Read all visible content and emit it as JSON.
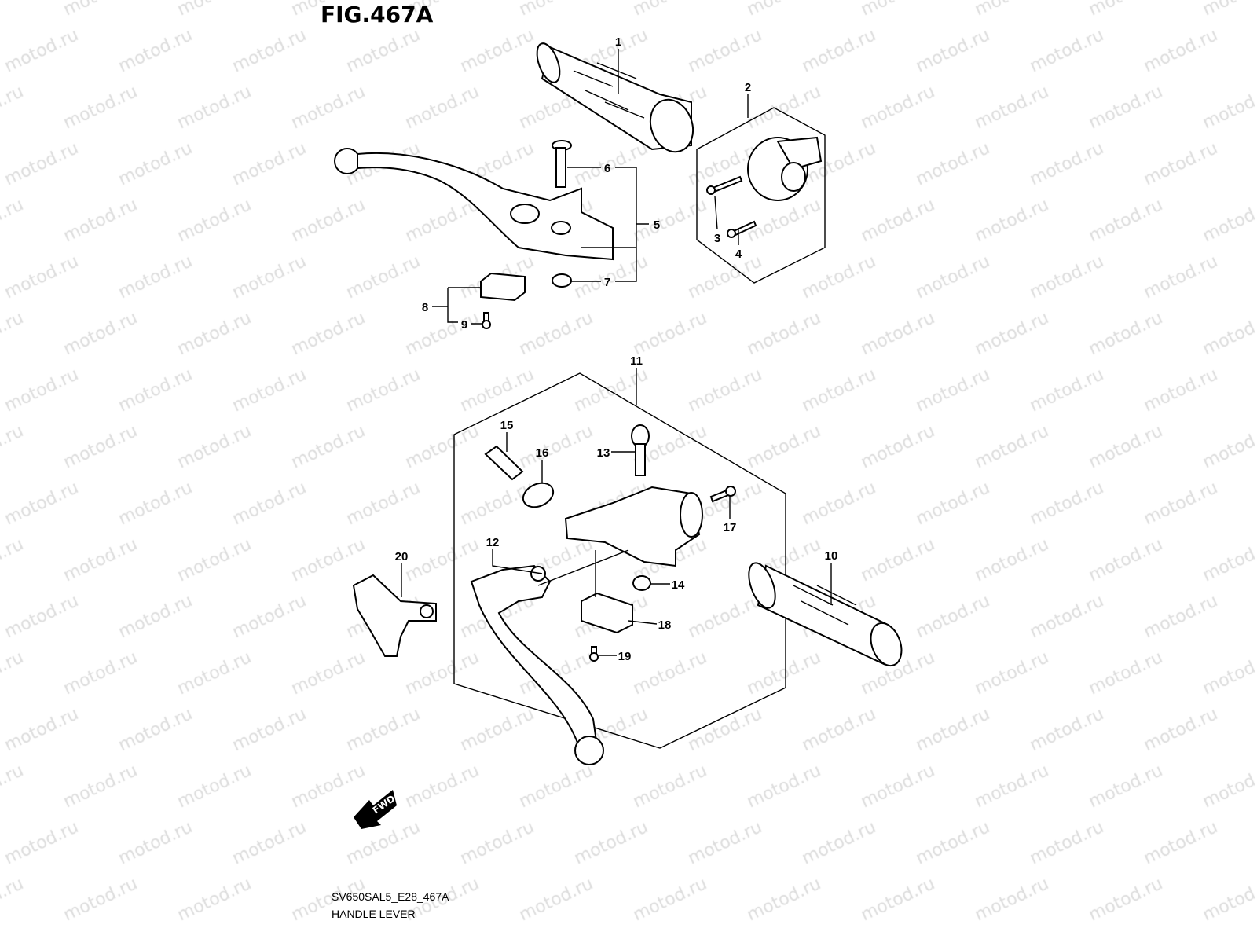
{
  "figure": {
    "title": "FIG.467A",
    "code": "SV650SAL5_E28_467A",
    "name": "HANDLE LEVER",
    "watermark": "motod.ru",
    "direction_label": "FWD"
  },
  "callouts": [
    "1",
    "2",
    "3",
    "4",
    "5",
    "6",
    "7",
    "8",
    "9",
    "10",
    "11",
    "12",
    "13",
    "14",
    "15",
    "16",
    "17",
    "18",
    "19",
    "20"
  ]
}
